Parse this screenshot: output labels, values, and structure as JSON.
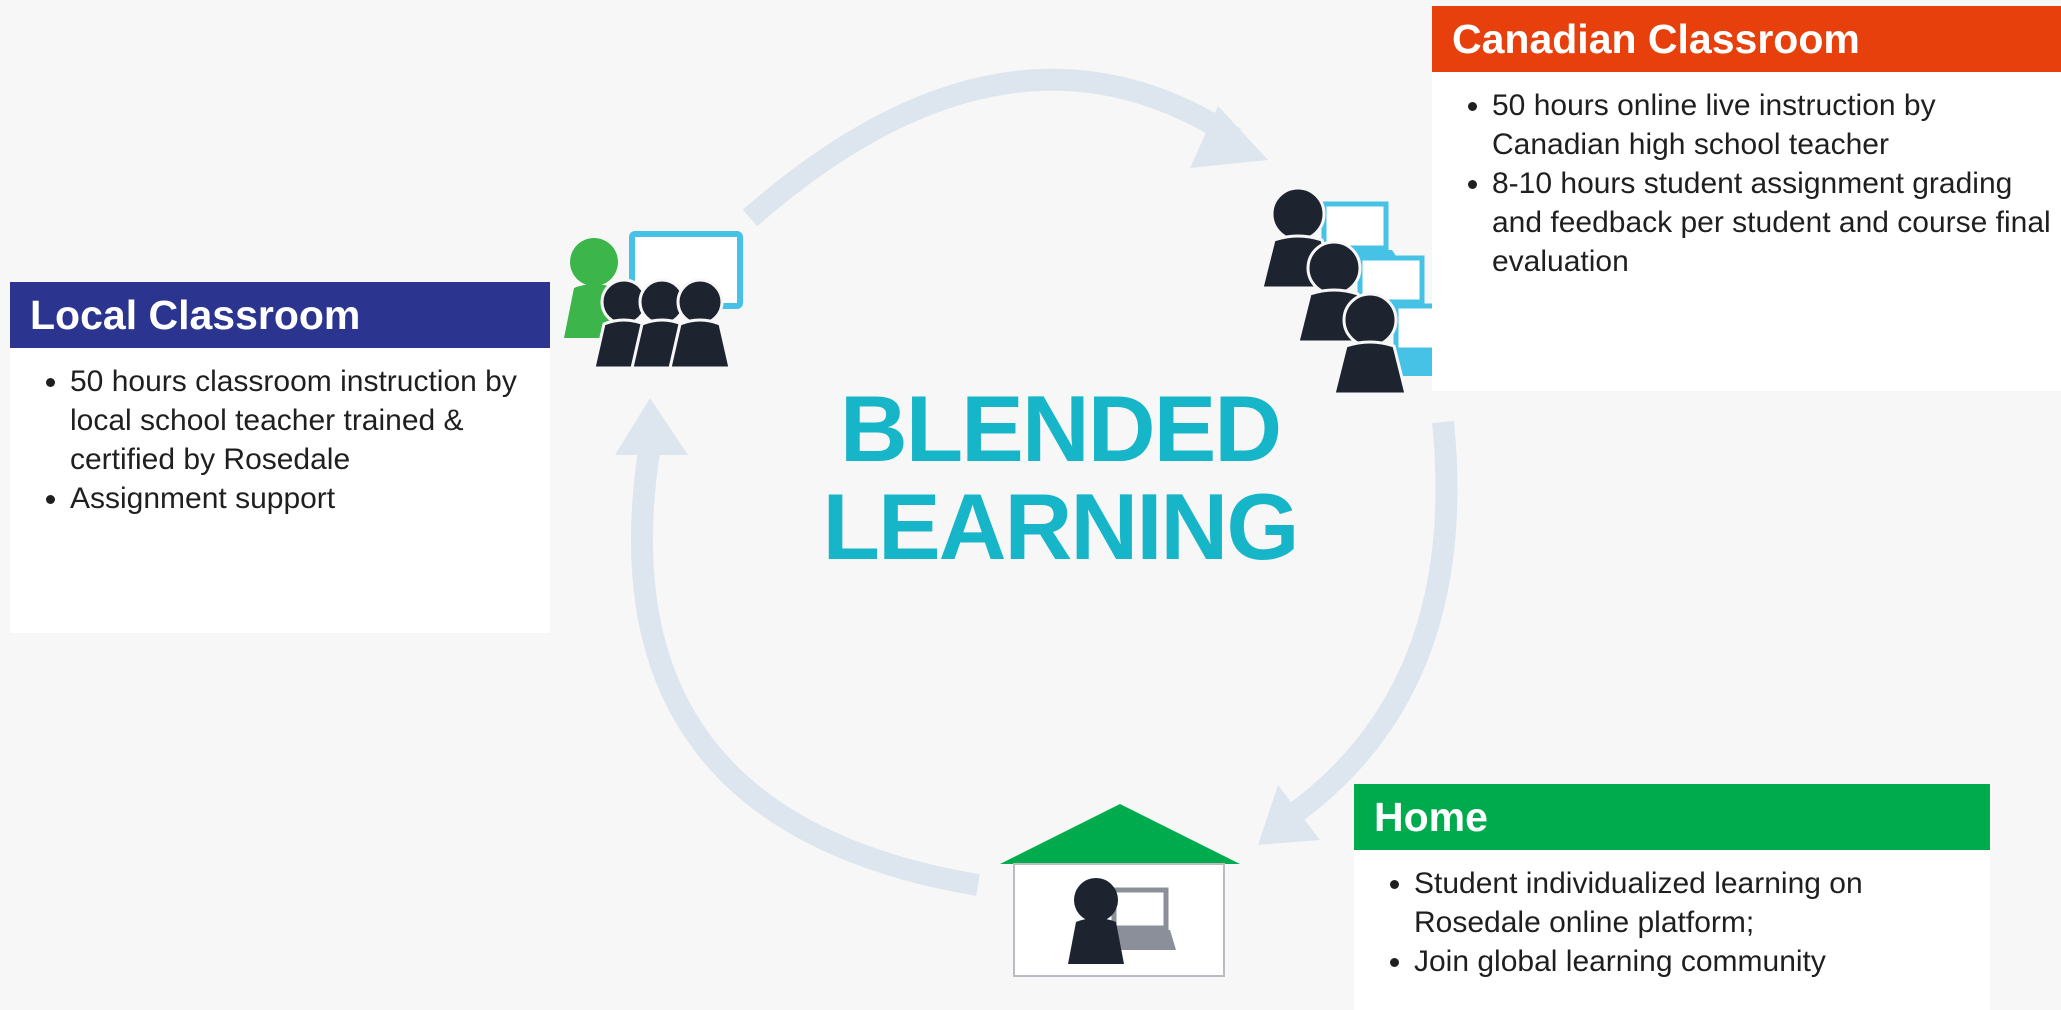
{
  "colors": {
    "background": "#f7f7f7",
    "accent_teal": "#17b5c8",
    "local_header": "#2b3590",
    "canadian_header": "#e8400c",
    "home_header": "#00ab4e",
    "cycle_arrow": "#dde6ee",
    "person_dark": "#1e2330",
    "teacher_green": "#3cb54a",
    "screen_blue": "#45c2e6",
    "laptop_gray": "#8a8f99"
  },
  "center_title": {
    "line1": "BLENDED",
    "line2": "LEARNING"
  },
  "local_classroom": {
    "title": "Local Classroom",
    "bullets": [
      "50 hours classroom instruction by local school teacher trained & certified by Rosedale",
      "Assignment support"
    ],
    "icon": "teacher-with-students-icon"
  },
  "canadian_classroom": {
    "title": "Canadian Classroom",
    "bullets": [
      "50 hours online live instruction by Canadian high school teacher",
      "8-10 hours student assignment grading and feedback per student and course final evaluation"
    ],
    "icon": "students-with-laptops-icon"
  },
  "home": {
    "title": "Home",
    "bullets": [
      "Student individualized learning on Rosedale online platform;",
      "Join global learning community"
    ],
    "icon": "house-student-laptop-icon"
  }
}
